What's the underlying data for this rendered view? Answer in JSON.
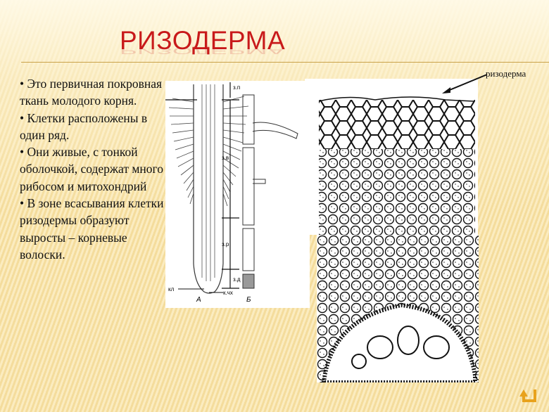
{
  "slide": {
    "title": "РИЗОДЕРМА",
    "bullets": [
      "• Это первичная покровная ткань молодого корня.",
      "• Клетки расположены в один ряд.",
      "• Они живые, с тонкой оболочкой, содержат много рибосом и митохондрий",
      "• В зоне всасывания клетки ризодермы образуют выросты – корневые волоски."
    ],
    "figure_a": {
      "zone_labels": [
        "з.п",
        "з.в",
        "з.р",
        "з.д"
      ],
      "bottom_labels": {
        "left": "кл",
        "right": "к.чх"
      },
      "panel_labels": {
        "a": "А",
        "b": "Б"
      }
    },
    "figure_b": {
      "callout": "ризодерма"
    },
    "nav": {
      "return_icon": "return-arrow-icon"
    },
    "colors": {
      "title": "#c81a1a",
      "rule": "#c9a24a",
      "return_icon": "#e8a21c"
    }
  }
}
